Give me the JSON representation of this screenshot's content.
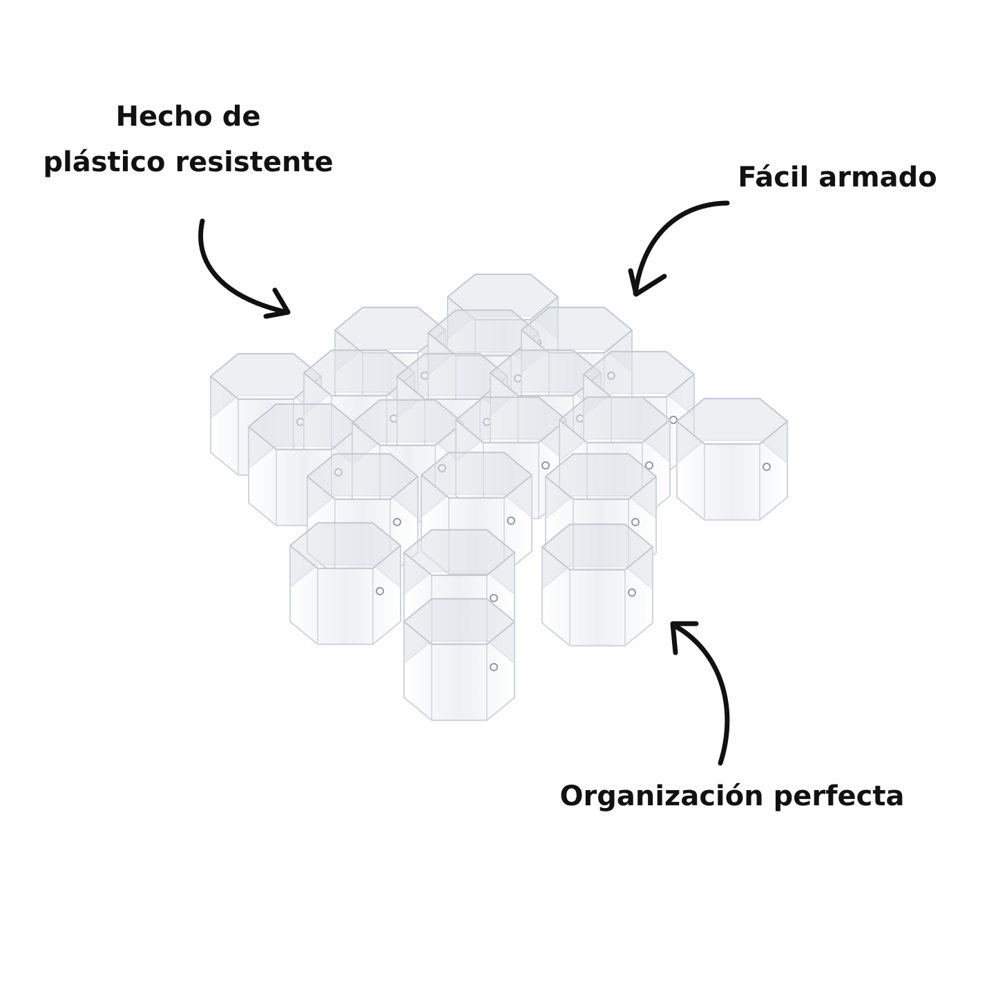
{
  "callouts": {
    "plastic": {
      "line1": "Hecho de",
      "line2": "plástico resistente"
    },
    "assembly": {
      "label": "Fácil armado"
    },
    "organization": {
      "label": "Organización perfecta"
    }
  },
  "icons": {
    "arrow_plastic": "curved-arrow-icon",
    "arrow_assembly": "curved-arrow-icon",
    "arrow_organization": "curved-arrow-icon"
  },
  "colors": {
    "text": "#111111",
    "background": "#ffffff",
    "product_face": "#f7f8fa",
    "product_shadow": "#dfe3e8",
    "product_edge": "#c9ced6"
  }
}
